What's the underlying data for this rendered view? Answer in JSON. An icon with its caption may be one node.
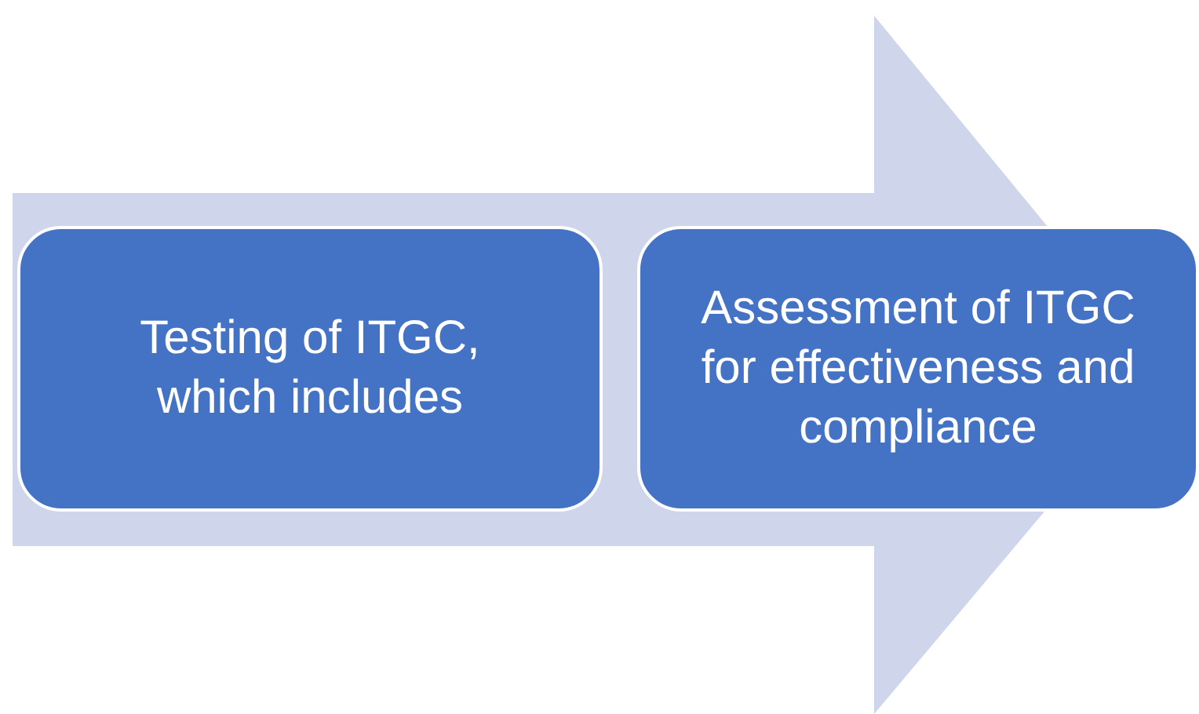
{
  "diagram": {
    "nodes": [
      {
        "text": [
          "Testing of ITGC, which includes"
        ]
      },
      {
        "text": [
          "Assessment of ITGC for effectiveness and compliance"
        ]
      }
    ],
    "edges": [
      {
        "from": 0,
        "to": 1,
        "arrow": "to"
      }
    ]
  }
}
